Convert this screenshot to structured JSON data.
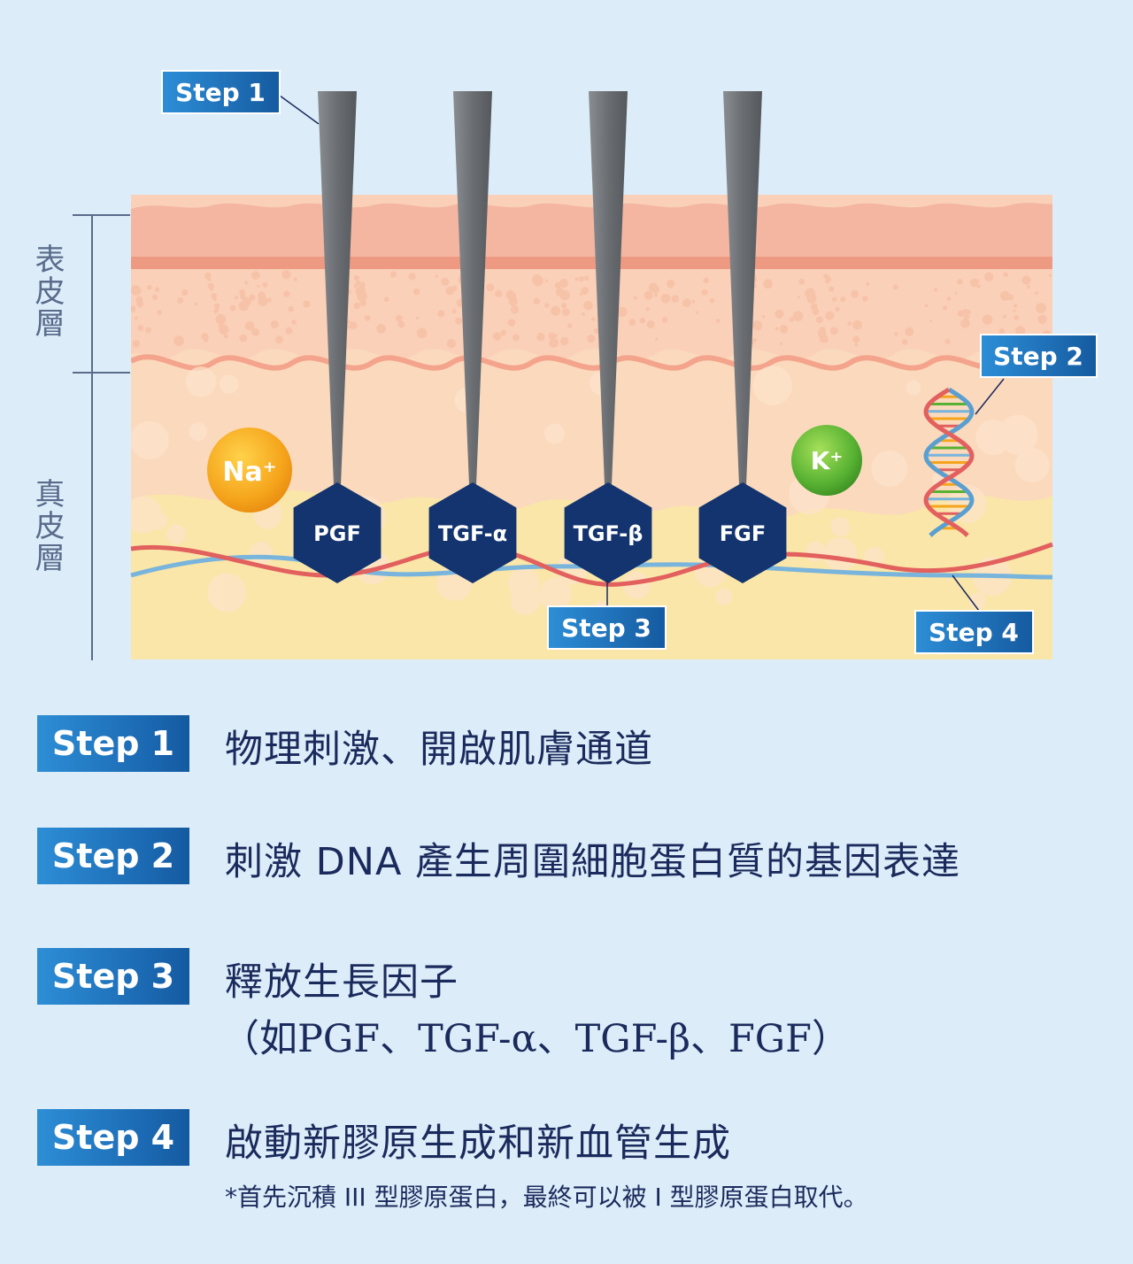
{
  "layers": {
    "epidermis": "表皮層",
    "dermis": "真皮層"
  },
  "ions": {
    "sodium": "Na⁺",
    "potassium": "K⁺"
  },
  "growth_factors": [
    "PGF",
    "TGF-α",
    "TGF-β",
    "FGF"
  ],
  "diagram_labels": {
    "step1": "Step 1",
    "step2": "Step 2",
    "step3": "Step 3",
    "step4": "Step 4"
  },
  "steps": [
    {
      "badge": "Step 1",
      "text": "物理刺激、開啟肌膚通道"
    },
    {
      "badge": "Step 2",
      "text": "刺激 DNA 產生周圍細胞蛋白質的基因表達"
    },
    {
      "badge": "Step 3",
      "text": "釋放生長因子",
      "sub": "（如PGF、TGF-α、TGF-β、FGF）"
    },
    {
      "badge": "Step 4",
      "text": "啟動新膠原生成和新血管生成",
      "note": "*首先沉積 III 型膠原蛋白，最終可以被 I 型膠原蛋白取代。"
    }
  ],
  "colors": {
    "background": "#dcedf9",
    "epidermis_top": "#f4b6a0",
    "epidermis_band": "#ee9a82",
    "epidermis_cells": "#fad5bf",
    "dermis_upper": "#fbd9bd",
    "dermis_lower": "#fae6a8",
    "needle": "#6f7276",
    "hexagon": "#13346f",
    "step_badge": "#1f74bf",
    "sodium_ion": "#f5a51c",
    "potassium_ion": "#57b132",
    "artery": "#e2605e",
    "vein": "#78b4dc"
  }
}
